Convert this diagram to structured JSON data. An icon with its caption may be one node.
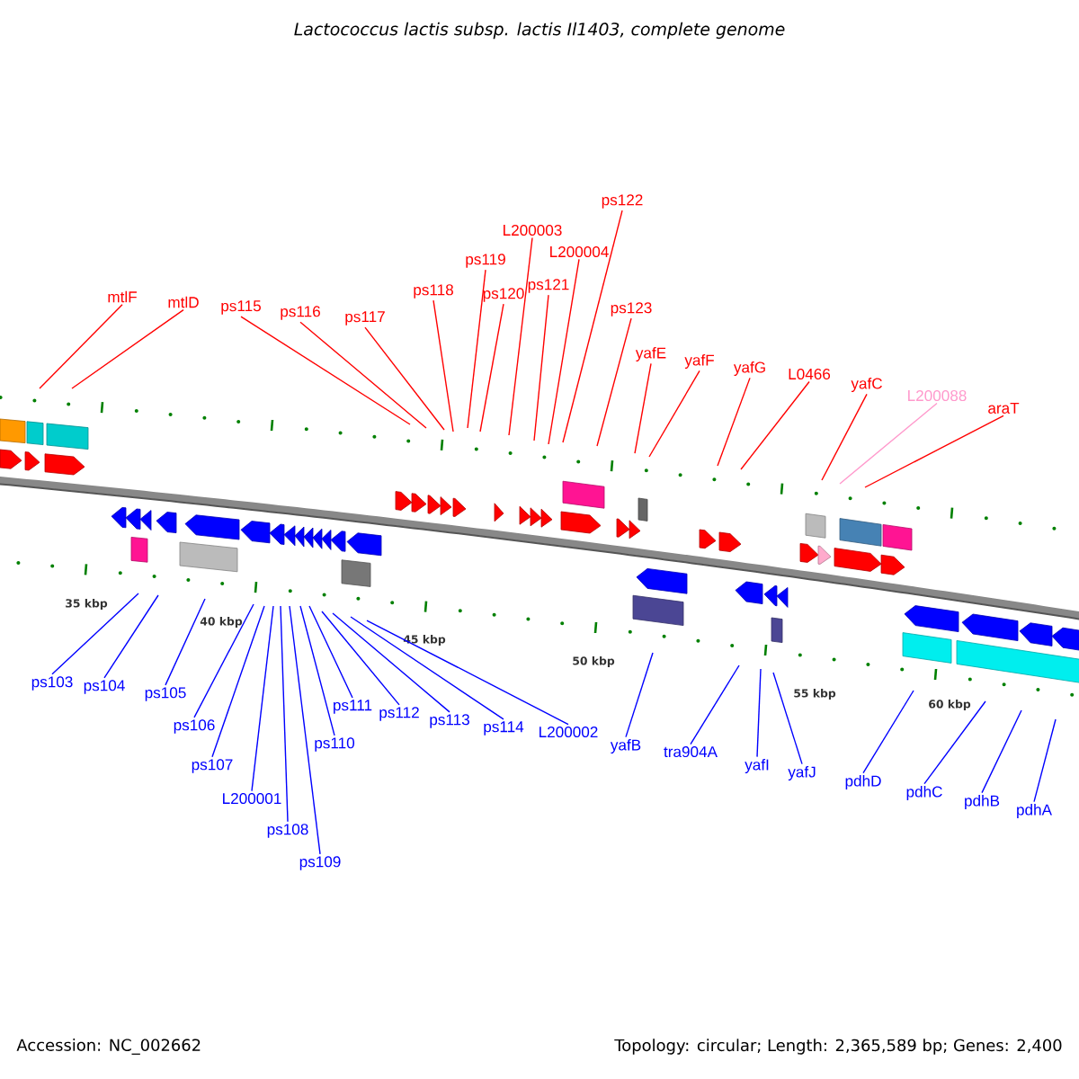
{
  "diagram": {
    "title": "Lactococcus lactis subsp. lactis Il1403, complete genome",
    "nodes": [
      {
        "text": [
          "mtlF"
        ]
      },
      {
        "text": [
          "mtlD"
        ]
      },
      {
        "text": [
          "ps115"
        ]
      },
      {
        "text": [
          "ps116"
        ]
      },
      {
        "text": [
          "ps117"
        ]
      },
      {
        "text": [
          "ps118"
        ]
      },
      {
        "text": [
          "ps119"
        ]
      },
      {
        "text": [
          "ps120"
        ]
      },
      {
        "text": [
          "L200003"
        ]
      },
      {
        "text": [
          "ps121"
        ]
      },
      {
        "text": [
          "L200004"
        ]
      },
      {
        "text": [
          "ps122"
        ]
      },
      {
        "text": [
          "ps123"
        ]
      },
      {
        "text": [
          "yafE"
        ]
      },
      {
        "text": [
          "yafF"
        ]
      },
      {
        "text": [
          "yafG"
        ]
      },
      {
        "text": [
          "L0466"
        ]
      },
      {
        "text": [
          "yafC"
        ]
      },
      {
        "text": [
          "L200088"
        ]
      },
      {
        "text": [
          "araT"
        ]
      },
      {
        "text": [
          "ps103"
        ]
      },
      {
        "text": [
          "ps104"
        ]
      },
      {
        "text": [
          "ps105"
        ]
      },
      {
        "text": [
          "ps106"
        ]
      },
      {
        "text": [
          "ps107"
        ]
      },
      {
        "text": [
          "L200001"
        ]
      },
      {
        "text": [
          "ps108"
        ]
      },
      {
        "text": [
          "ps109"
        ]
      },
      {
        "text": [
          "ps110"
        ]
      },
      {
        "text": [
          "ps111"
        ]
      },
      {
        "text": [
          "ps112"
        ]
      },
      {
        "text": [
          "ps113"
        ]
      },
      {
        "text": [
          "ps114"
        ]
      },
      {
        "text": [
          "L200002"
        ]
      },
      {
        "text": [
          "yafB"
        ]
      },
      {
        "text": [
          "tra904A"
        ]
      },
      {
        "text": [
          "yafI"
        ]
      },
      {
        "text": [
          "yafJ"
        ]
      },
      {
        "text": [
          "pdhD"
        ]
      },
      {
        "text": [
          "pdhC"
        ]
      },
      {
        "text": [
          "pdhB"
        ]
      },
      {
        "text": [
          "pdhA"
        ]
      }
    ],
    "edges": [
      {
        "from": 0,
        "to": null,
        "arrow": "none",
        "color": "#ff0000"
      },
      {
        "from": 1,
        "to": null,
        "arrow": "none",
        "color": "#ff0000"
      },
      {
        "from": 2,
        "to": null,
        "arrow": "none",
        "color": "#ff0000"
      },
      {
        "from": 3,
        "to": null,
        "arrow": "none",
        "color": "#ff0000"
      },
      {
        "from": 4,
        "to": null,
        "arrow": "none",
        "color": "#ff0000"
      },
      {
        "from": 5,
        "to": null,
        "arrow": "none",
        "color": "#ff0000"
      },
      {
        "from": 6,
        "to": null,
        "arrow": "none",
        "color": "#ff0000"
      },
      {
        "from": 7,
        "to": null,
        "arrow": "none",
        "color": "#ff0000"
      },
      {
        "from": 8,
        "to": null,
        "arrow": "none",
        "color": "#ff0000"
      },
      {
        "from": 9,
        "to": null,
        "arrow": "none",
        "color": "#ff0000"
      },
      {
        "from": 10,
        "to": null,
        "arrow": "none",
        "color": "#ff0000"
      },
      {
        "from": 11,
        "to": null,
        "arrow": "none",
        "color": "#ff0000"
      },
      {
        "from": 12,
        "to": null,
        "arrow": "none",
        "color": "#ff0000"
      },
      {
        "from": 13,
        "to": null,
        "arrow": "none",
        "color": "#ff0000"
      },
      {
        "from": 14,
        "to": null,
        "arrow": "none",
        "color": "#ff0000"
      },
      {
        "from": 15,
        "to": null,
        "arrow": "none",
        "color": "#ff0000"
      },
      {
        "from": 16,
        "to": null,
        "arrow": "none",
        "color": "#ff0000"
      },
      {
        "from": 17,
        "to": null,
        "arrow": "none",
        "color": "#ff0000"
      },
      {
        "from": 18,
        "to": null,
        "arrow": "none",
        "color": "#ff99cc"
      },
      {
        "from": 19,
        "to": null,
        "arrow": "none",
        "color": "#ff0000"
      },
      {
        "from": 20,
        "to": null,
        "arrow": "none"
      },
      {
        "from": 21,
        "to": null,
        "arrow": "none"
      },
      {
        "from": 22,
        "to": null,
        "arrow": "none"
      },
      {
        "from": 23,
        "to": null,
        "arrow": "none"
      },
      {
        "from": 24,
        "to": null,
        "arrow": "none"
      },
      {
        "from": 25,
        "to": null,
        "arrow": "none"
      },
      {
        "from": 26,
        "to": null,
        "arrow": "none"
      },
      {
        "from": 27,
        "to": null,
        "arrow": "none"
      },
      {
        "from": 28,
        "to": null,
        "arrow": "none"
      },
      {
        "from": 29,
        "to": null,
        "arrow": "none"
      },
      {
        "from": 30,
        "to": null,
        "arrow": "none"
      },
      {
        "from": 31,
        "to": null,
        "arrow": "none"
      },
      {
        "from": 32,
        "to": null,
        "arrow": "none"
      },
      {
        "from": 33,
        "to": null,
        "arrow": "none"
      },
      {
        "from": 34,
        "to": null,
        "arrow": "none"
      },
      {
        "from": 35,
        "to": null,
        "arrow": "none"
      },
      {
        "from": 36,
        "to": null,
        "arrow": "none"
      },
      {
        "from": 37,
        "to": null,
        "arrow": "none"
      },
      {
        "from": 38,
        "to": null,
        "arrow": "none"
      },
      {
        "from": 39,
        "to": null,
        "arrow": "none"
      },
      {
        "from": 40,
        "to": null,
        "arrow": "none"
      },
      {
        "from": 41,
        "to": null,
        "arrow": "none"
      }
    ],
    "labels": [
      "35 kbp",
      "40 kbp",
      "45 kbp",
      "50 kbp",
      "55 kbp",
      "60 kbp",
      "Accession: NC_002662",
      "Topology: circular; Length: 2,365,589 bp; Genes: 2,400"
    ]
  }
}
